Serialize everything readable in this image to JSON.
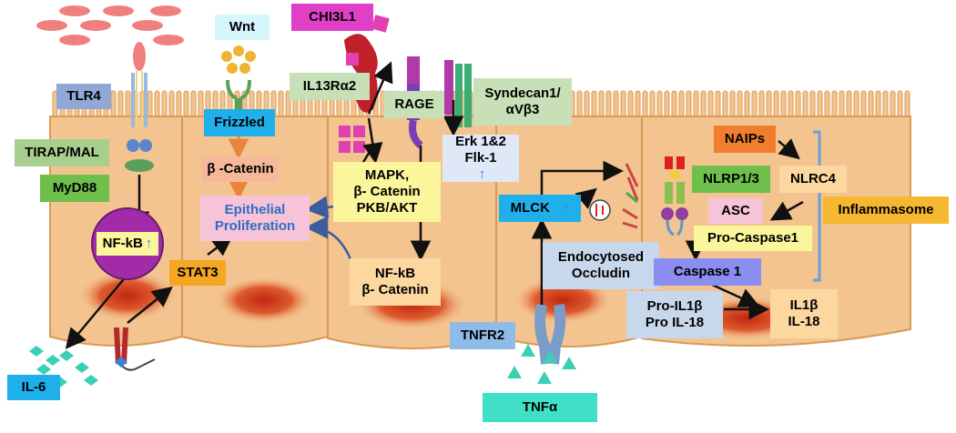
{
  "colors": {
    "cell_fill": "#f3c48f",
    "cell_stroke": "#d89a55",
    "nucleus": "#cf3a1c",
    "arrow_black": "#111111",
    "arrow_orange": "#e8853a",
    "arrow_blue": "#3b5c9e",
    "bracket_blue": "#6d9ed6"
  },
  "labels": {
    "wnt": "Wnt",
    "chi3l1": "CHI3L1",
    "tlr4": "TLR4",
    "il13ra2": "IL13Rα2",
    "rage": "RAGE",
    "syndecan_line1": "Syndecan1/",
    "syndecan_line2": "αVβ3",
    "frizzled": "Frizzled",
    "tirap_mal": "TIRAP/MAL",
    "myd88": "MyD88",
    "beta_catenin": "β -Catenin",
    "epithelial_line1": "Epithelial",
    "epithelial_line2": "Proliferation",
    "mapk_line1": "MAPK,",
    "mapk_line2": "β- Catenin",
    "mapk_line3": "PKB/AKT",
    "erk_line1": "Erk 1&2",
    "erk_line2": "Flk-1",
    "nfkb_circle": "NF-kB",
    "stat3": "STAT3",
    "il6": "IL-6",
    "nfkb_catenin_line1": "NF-kB",
    "nfkb_catenin_line2": "β- Catenin",
    "mlck": "MLCK",
    "endocytosed_line1": "Endocytosed",
    "endocytosed_line2": "Occludin",
    "tnfr2": "TNFR2",
    "tnfa": "TNFα",
    "naips": "NAIPs",
    "nlrp13": "NLRP1/3",
    "nlrc4": "NLRC4",
    "asc": "ASC",
    "inflammasome": "Inflammasome",
    "pro_caspase1": "Pro-Caspase1",
    "caspase1": "Caspase 1",
    "pro_il_line1": "Pro-IL1β",
    "pro_il_line2": "Pro IL-18",
    "il_line1": "IL1β",
    "il_line2": "IL-18"
  }
}
